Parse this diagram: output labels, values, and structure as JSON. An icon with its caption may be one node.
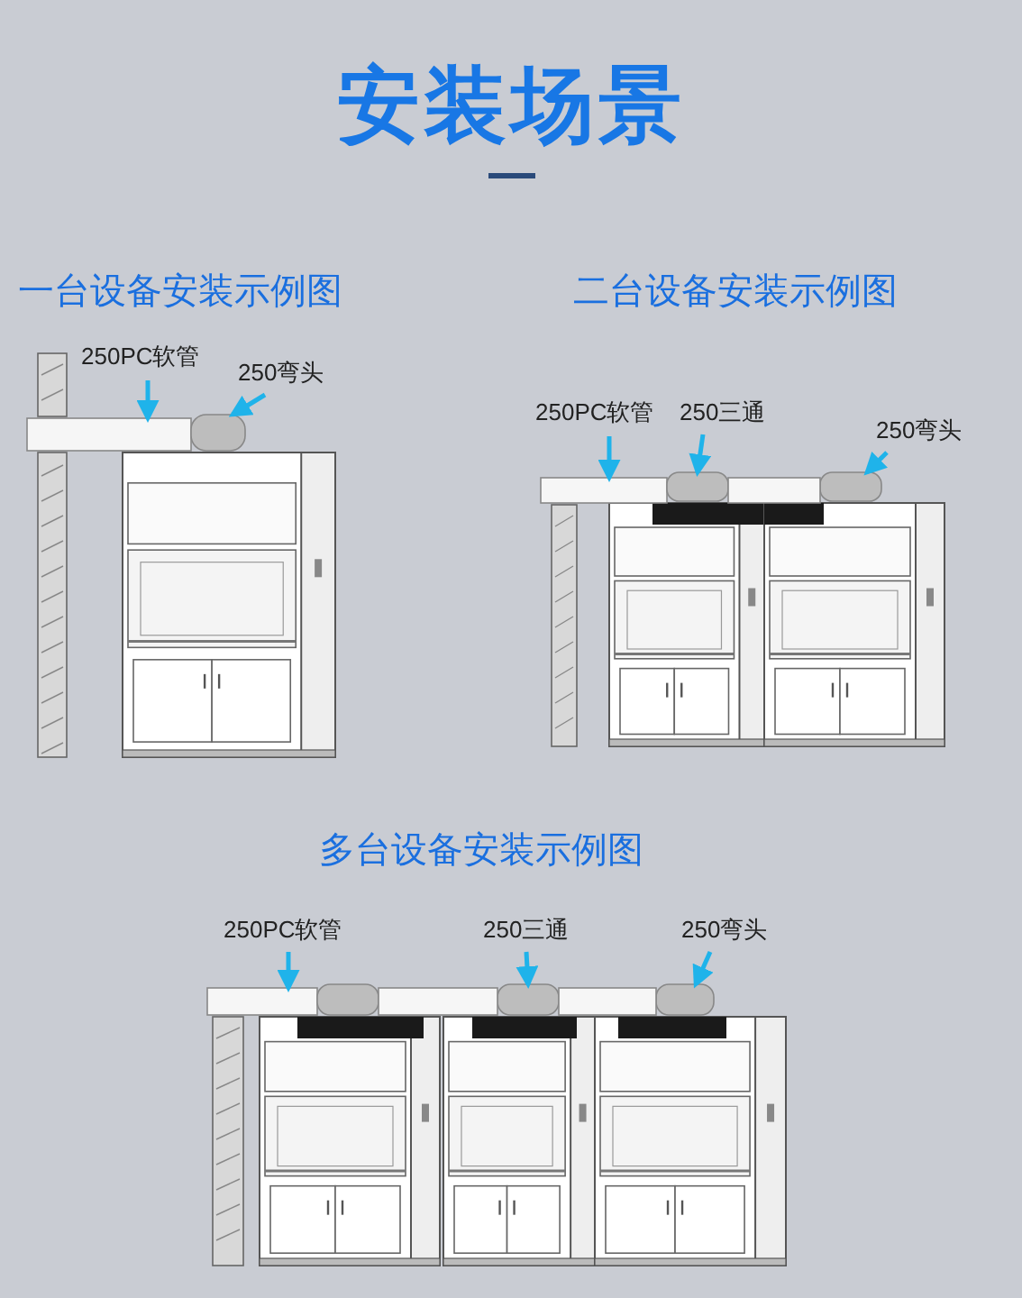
{
  "diagram": {
    "title": "安装场景",
    "nodes": [
      {
        "text": [
          "250PC软管"
        ]
      },
      {
        "text": [
          "250弯头"
        ]
      },
      {
        "text": [
          "250PC软管"
        ]
      },
      {
        "text": [
          "250三通"
        ]
      },
      {
        "text": [
          "250弯头"
        ]
      },
      {
        "text": [
          "250PC软管"
        ]
      },
      {
        "text": [
          "250三通"
        ]
      },
      {
        "text": [
          "250弯头"
        ]
      },
      {
        "text": [],
        "shape": "bar"
      },
      {
        "text": [],
        "shape": "box"
      },
      {
        "text": [],
        "shape": "bar"
      },
      {
        "text": [],
        "shape": "box"
      },
      {
        "text": [],
        "shape": "box"
      },
      {
        "text": [],
        "shape": "bar"
      },
      {
        "text": [],
        "shape": "box"
      },
      {
        "text": [],
        "shape": "box"
      },
      {
        "text": [],
        "shape": "bar"
      },
      {
        "text": [],
        "shape": "box"
      },
      {
        "text": [],
        "shape": "bar"
      },
      {
        "text": [],
        "shape": "bar"
      }
    ],
    "edges": [
      {
        "from": 0,
        "to": 8,
        "arrow": "to"
      },
      {
        "from": 1,
        "to": 9,
        "arrow": "to"
      },
      {
        "from": 2,
        "to": 10,
        "arrow": "to"
      },
      {
        "from": 3,
        "to": 11,
        "arrow": "to"
      },
      {
        "from": 4,
        "to": 12,
        "arrow": "to"
      },
      {
        "from": 5,
        "to": 13,
        "arrow": "to"
      },
      {
        "from": 6,
        "to": 14,
        "arrow": "to"
      },
      {
        "from": 7,
        "to": 15,
        "arrow": "to"
      }
    ],
    "labels": [
      "一台设备安装示例图",
      "二台设备安装示例图",
      "多台设备安装示例图"
    ]
  }
}
